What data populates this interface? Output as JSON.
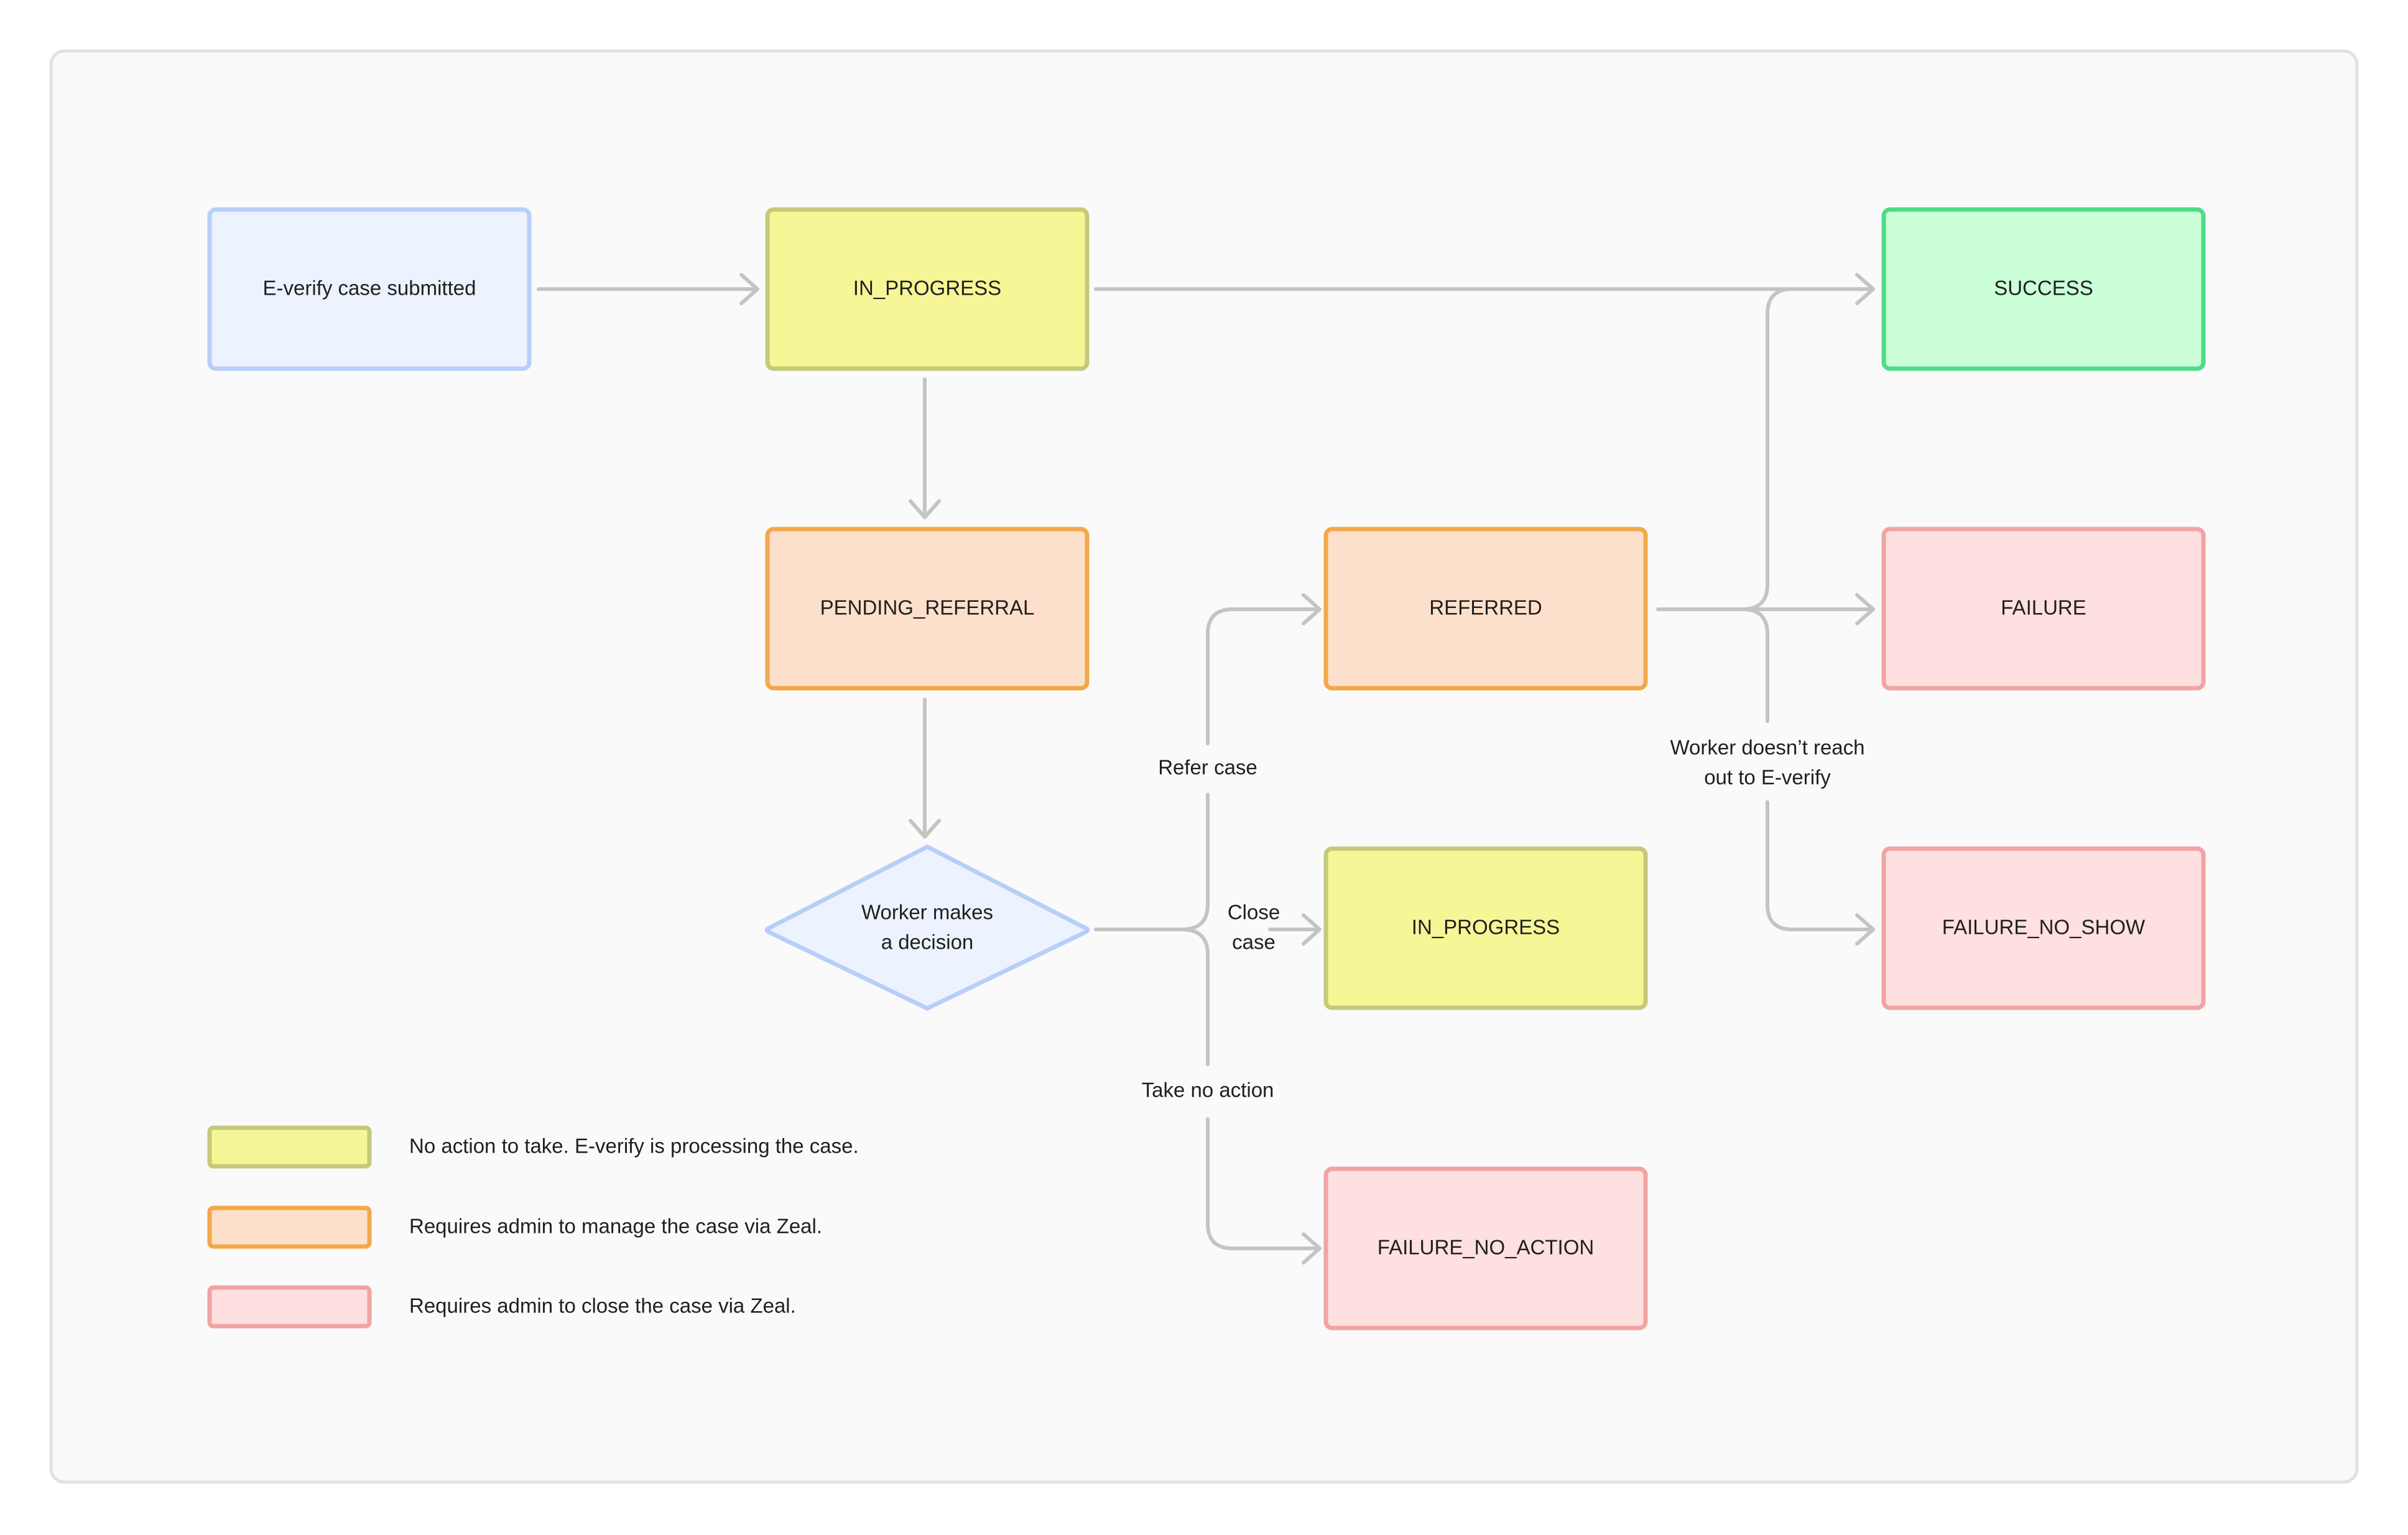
{
  "colors": {
    "canvas_bg": "#fafafa",
    "canvas_border": "#e2e2e2",
    "edge": "#c4c4c4",
    "start_fill": "#edf3fe",
    "start_stroke": "#b8cefa",
    "yellow_fill": "#f5f797",
    "yellow_stroke": "#c5c97a",
    "orange_fill": "#fde0cb",
    "orange_stroke": "#f3a84a",
    "red_fill": "#fee0e0",
    "red_stroke": "#f2a3a3",
    "green_fill": "#caffd8",
    "green_stroke": "#4fdc87"
  },
  "nodes": {
    "submitted": "E-verify case submitted",
    "in_progress_top": "IN_PROGRESS",
    "success": "SUCCESS",
    "pending_referral": "PENDING_REFERRAL",
    "referred": "REFERRED",
    "failure": "FAILURE",
    "decision_line1": "Worker makes",
    "decision_line2": "a decision",
    "in_progress_closed": "IN_PROGRESS",
    "failure_no_show": "FAILURE_NO_SHOW",
    "failure_no_action": "FAILURE_NO_ACTION"
  },
  "edge_labels": {
    "refer_case": "Refer case",
    "close_case_line1": "Close",
    "close_case_line2": "case",
    "take_no_action": "Take no action",
    "no_reach_line1": "Worker doesn’t reach",
    "no_reach_line2": "out to E-verify"
  },
  "legend": [
    {
      "label": "No action to take. E-verify is processing the case.",
      "fill": "#f5f797",
      "stroke": "#c5c97a"
    },
    {
      "label": "Requires admin to manage the case via Zeal.",
      "fill": "#fde0cb",
      "stroke": "#f3a84a"
    },
    {
      "label": "Requires admin to close the case via Zeal.",
      "fill": "#fee0e0",
      "stroke": "#f2a3a3"
    }
  ]
}
